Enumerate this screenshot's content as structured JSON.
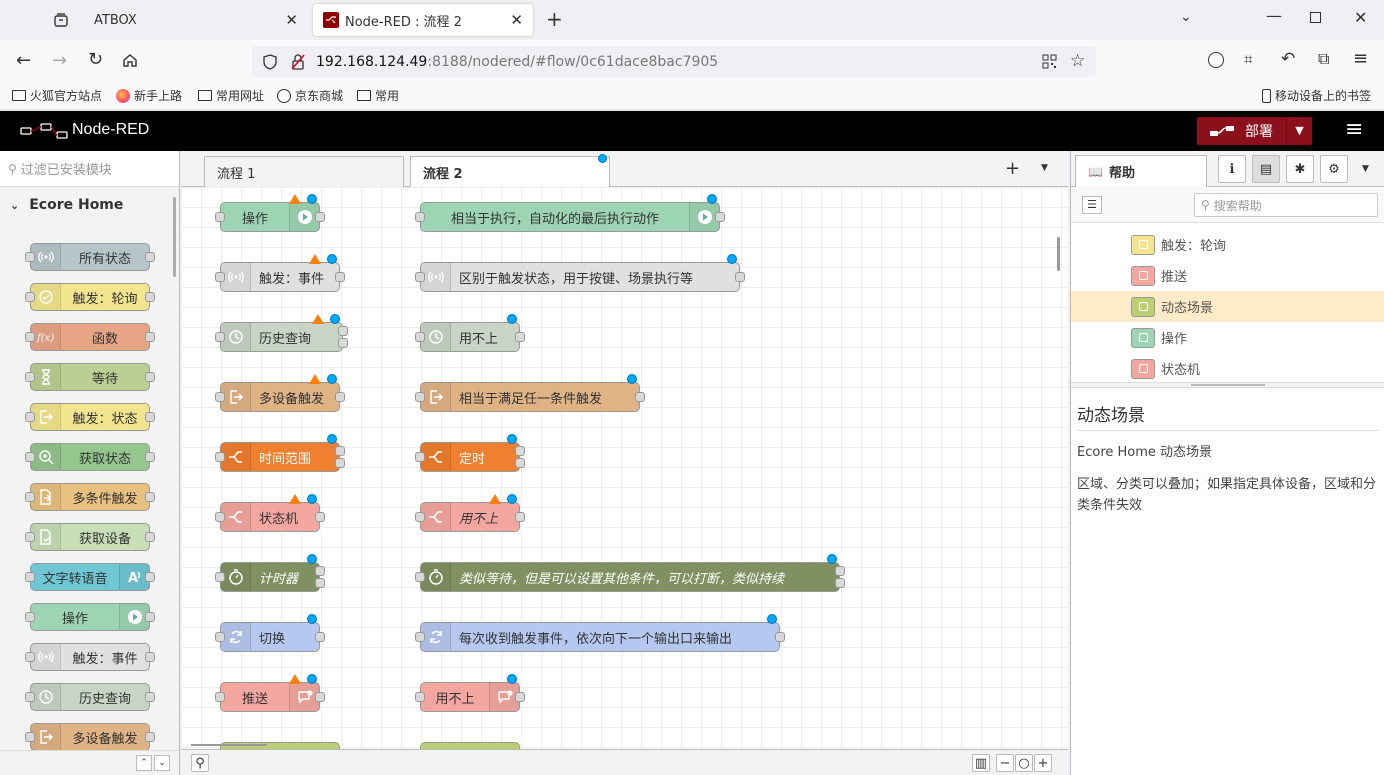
{
  "browser": {
    "tabs": [
      {
        "label": "ATBOX",
        "active": false
      },
      {
        "label": "Node-RED : 流程 2",
        "active": true
      }
    ],
    "url": {
      "host": "192.168.124.49",
      "rest": ":8188/nodered/#flow/0c61dace8bac7905"
    },
    "bookmarks": [
      {
        "label": "火狐官方站点",
        "icon": "folder-icon"
      },
      {
        "label": "新手上路",
        "icon": "firefox-icon"
      },
      {
        "label": "常用网址",
        "icon": "folder-icon"
      },
      {
        "label": "京东商城",
        "icon": "globe-icon"
      },
      {
        "label": "常用",
        "icon": "folder-icon"
      }
    ],
    "mobile_bookmarks": "移动设备上的书签"
  },
  "nodered": {
    "title": "Node-RED",
    "deploy_label": "部署",
    "palette": {
      "filter_placeholder": "过滤已安装模块",
      "category": "Ecore Home",
      "nodes": [
        {
          "label": "所有状态",
          "color": "#b5c5c8",
          "icon": "radio-icon",
          "icon_side": "left"
        },
        {
          "label": "触发：轮询",
          "color": "#f3e58d",
          "icon": "check-circle-icon",
          "icon_side": "left"
        },
        {
          "label": "函数",
          "color": "#e8a586",
          "icon": "function-icon",
          "icon_side": "left"
        },
        {
          "label": "等待",
          "color": "#bccf92",
          "icon": "hourglass-icon",
          "icon_side": "left"
        },
        {
          "label": "触发：状态",
          "color": "#f3e58d",
          "icon": "export-icon",
          "icon_side": "left"
        },
        {
          "label": "获取状态",
          "color": "#94c68d",
          "icon": "zoom-icon",
          "icon_side": "left"
        },
        {
          "label": "多条件触发",
          "color": "#e9c17e",
          "icon": "doc-icon",
          "icon_side": "left"
        },
        {
          "label": "获取设备",
          "color": "#c7deb7",
          "icon": "doc-check-icon",
          "icon_side": "left"
        },
        {
          "label": "文字转语音",
          "color": "#6fc7d6",
          "icon": "speech-icon",
          "icon_side": "right"
        },
        {
          "label": "操作",
          "color": "#9cd4b4",
          "icon": "play-icon",
          "icon_side": "right"
        },
        {
          "label": "触发：事件",
          "color": "#dfe0df",
          "icon": "radio-icon",
          "icon_side": "left"
        },
        {
          "label": "历史查询",
          "color": "#c8d4c6",
          "icon": "clock-icon",
          "icon_side": "left"
        },
        {
          "label": "多设备触发",
          "color": "#e0b385",
          "icon": "export-icon",
          "icon_side": "left"
        }
      ]
    },
    "workspace": {
      "tabs": [
        {
          "label": "流程 1"
        },
        {
          "label": "流程 2"
        }
      ],
      "nodes": [
        {
          "label": "操作",
          "color": "#9cd4b4",
          "icon": "play-icon",
          "icon_side": "right",
          "warn": true
        },
        {
          "label": "相当于执行，自动化的最后执行动作",
          "color": "#9cd4b4",
          "icon": "play-icon",
          "icon_side": "right",
          "warn": false
        },
        {
          "label": "触发：事件",
          "color": "#dfe0df",
          "icon": "radio-icon",
          "icon_side": "left",
          "warn": true
        },
        {
          "label": "区别于触发状态，用于按键、场景执行等",
          "color": "#dfe0df",
          "icon": "radio-icon",
          "icon_side": "left",
          "warn": false
        },
        {
          "label": "历史查询",
          "color": "#c8d4c6",
          "icon": "clock-icon",
          "icon_side": "left",
          "warn": true
        },
        {
          "label": "用不上",
          "color": "#c8d4c6",
          "icon": "clock-icon",
          "icon_side": "left",
          "warn": false
        },
        {
          "label": "多设备触发",
          "color": "#e0b385",
          "icon": "export-icon",
          "icon_side": "left",
          "warn": true
        },
        {
          "label": "相当于满足任一条件触发",
          "color": "#e0b385",
          "icon": "export-icon",
          "icon_side": "left",
          "warn": false
        },
        {
          "label": "时间范围",
          "color": "#f07f2f",
          "icon": "split-icon",
          "icon_side": "left",
          "warn": false
        },
        {
          "label": "定时",
          "color": "#f07f2f",
          "icon": "split-icon",
          "icon_side": "left",
          "warn": false
        },
        {
          "label": "状态机",
          "color": "#f4a7a0",
          "icon": "split-icon",
          "icon_side": "left",
          "warn": true
        },
        {
          "label": "用不上",
          "color": "#f4a7a0",
          "icon": "split-icon",
          "icon_side": "left",
          "warn": true
        },
        {
          "label": "计时器",
          "color": "#819060",
          "icon": "stopwatch-icon",
          "icon_side": "left",
          "warn": false
        },
        {
          "label": "类似等待，但是可以设置其他条件，可以打断，类似持续",
          "color": "#819060",
          "icon": "stopwatch-icon",
          "icon_side": "left",
          "warn": false
        },
        {
          "label": "切换",
          "color": "#b6c7f0",
          "icon": "cycle-icon",
          "icon_side": "left",
          "warn": false
        },
        {
          "label": "每次收到触发事件，依次向下一个输出口来输出",
          "color": "#b6c7f0",
          "icon": "cycle-icon",
          "icon_side": "left",
          "warn": false
        },
        {
          "label": "推送",
          "color": "#f4a7a0",
          "icon": "message-icon",
          "icon_side": "right",
          "warn": true
        },
        {
          "label": "用不上",
          "color": "#f4a7a0",
          "icon": "message-icon",
          "icon_side": "right",
          "warn": false
        }
      ]
    },
    "sidebar": {
      "tab_label": "帮助",
      "search_placeholder": "搜索帮助",
      "tree": [
        {
          "label": "触发：轮询",
          "color": "#f3e58d"
        },
        {
          "label": "推送",
          "color": "#f4a7a0"
        },
        {
          "label": "动态场景",
          "color": "#bccf72",
          "selected": true
        },
        {
          "label": "操作",
          "color": "#9cd4b4"
        },
        {
          "label": "状态机",
          "color": "#f4a7a0"
        }
      ],
      "help_title": "动态场景",
      "help_subtitle": "Ecore Home 动态场景",
      "help_body": "区域、分类可以叠加；如果指定具体设备，区域和分类条件失效"
    }
  }
}
